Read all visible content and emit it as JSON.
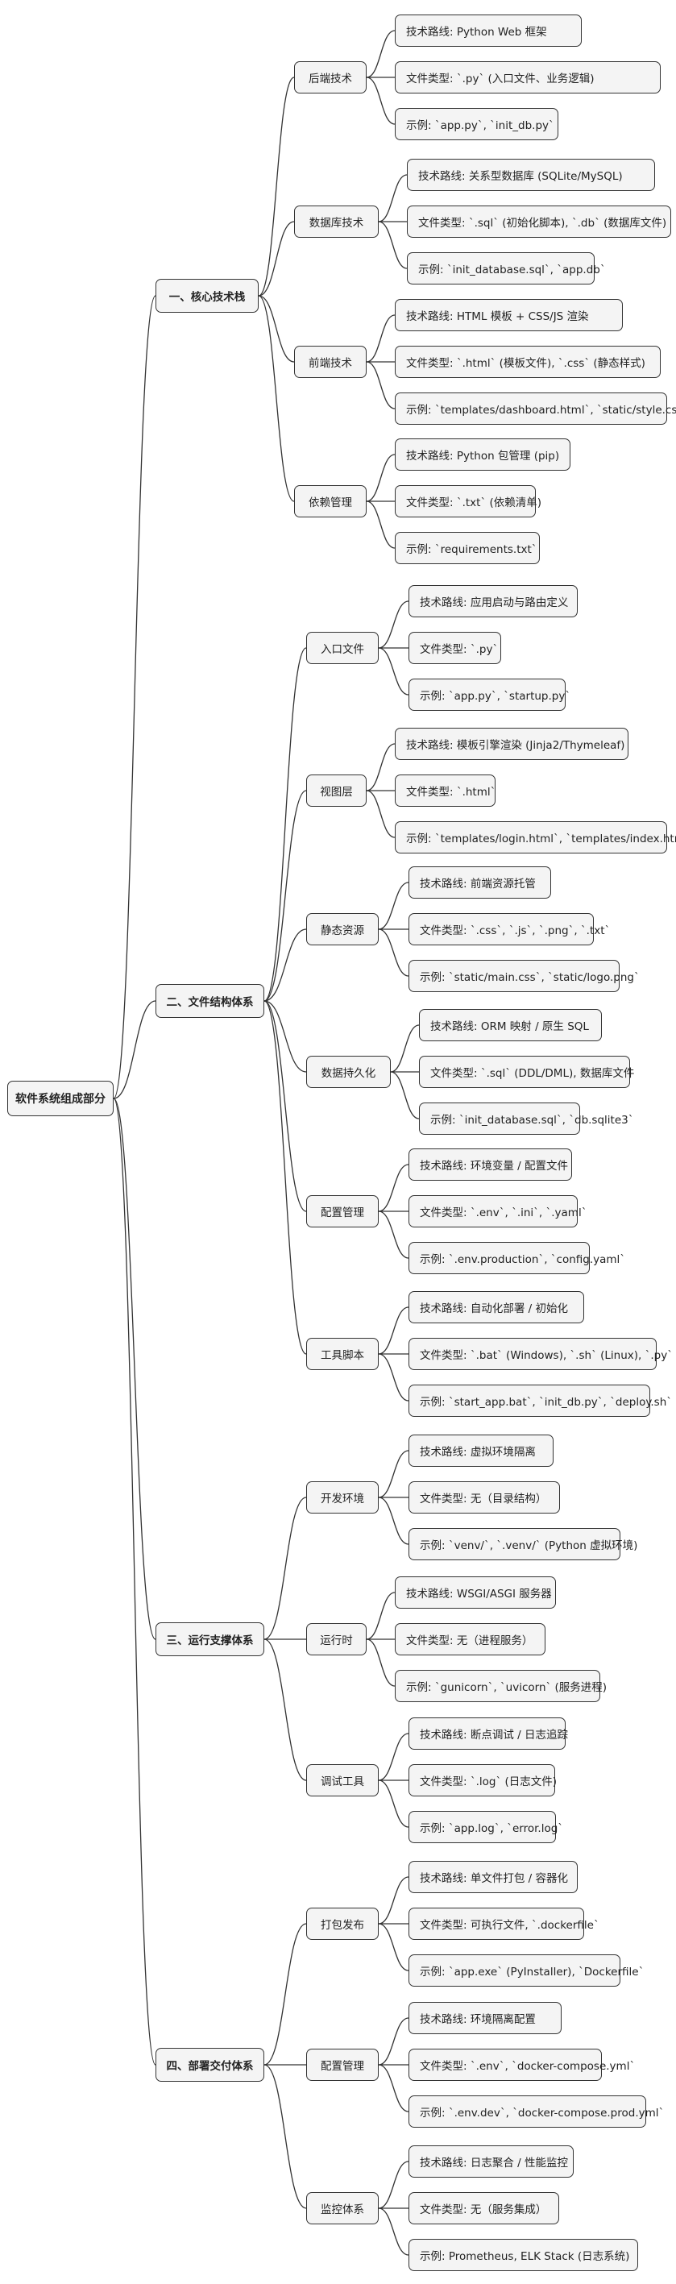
{
  "root": "软件系统组成部分",
  "branches": [
    {
      "title": "一、核心技术栈",
      "groups": [
        {
          "title": "后端技术",
          "leaves": [
            "技术路线: Python Web 框架",
            "文件类型: `.py` (入口文件、业务逻辑)",
            "示例: `app.py`, `init_db.py`"
          ]
        },
        {
          "title": "数据库技术",
          "leaves": [
            "技术路线: 关系型数据库 (SQLite/MySQL)",
            "文件类型: `.sql` (初始化脚本), `.db` (数据库文件)",
            "示例: `init_database.sql`, `app.db`"
          ]
        },
        {
          "title": "前端技术",
          "leaves": [
            "技术路线: HTML 模板 + CSS/JS 渲染",
            "文件类型: `.html` (模板文件), `.css` (静态样式)",
            "示例: `templates/dashboard.html`, `static/style.css`"
          ]
        },
        {
          "title": "依赖管理",
          "leaves": [
            "技术路线: Python 包管理 (pip)",
            "文件类型: `.txt` (依赖清单)",
            "示例: `requirements.txt`"
          ]
        }
      ]
    },
    {
      "title": "二、文件结构体系",
      "groups": [
        {
          "title": "入口文件",
          "leaves": [
            "技术路线: 应用启动与路由定义",
            "文件类型: `.py`",
            "示例: `app.py`, `startup.py`"
          ]
        },
        {
          "title": "视图层",
          "leaves": [
            "技术路线: 模板引擎渲染 (Jinja2/Thymeleaf)",
            "文件类型: `.html`",
            "示例: `templates/login.html`, `templates/index.html`"
          ]
        },
        {
          "title": "静态资源",
          "leaves": [
            "技术路线: 前端资源托管",
            "文件类型: `.css`, `.js`, `.png`, `.txt`",
            "示例: `static/main.css`, `static/logo.png`"
          ]
        },
        {
          "title": "数据持久化",
          "leaves": [
            "技术路线: ORM 映射 / 原生 SQL",
            "文件类型: `.sql` (DDL/DML), 数据库文件",
            "示例: `init_database.sql`, `db.sqlite3`"
          ]
        },
        {
          "title": "配置管理",
          "leaves": [
            "技术路线: 环境变量 / 配置文件",
            "文件类型: `.env`, `.ini`, `.yaml`",
            "示例: `.env.production`, `config.yaml`"
          ]
        },
        {
          "title": "工具脚本",
          "leaves": [
            "技术路线: 自动化部署 / 初始化",
            "文件类型: `.bat` (Windows), `.sh` (Linux), `.py`",
            "示例: `start_app.bat`, `init_db.py`, `deploy.sh`"
          ]
        }
      ]
    },
    {
      "title": "三、运行支撑体系",
      "groups": [
        {
          "title": "开发环境",
          "leaves": [
            "技术路线: 虚拟环境隔离",
            "文件类型: 无（目录结构）",
            "示例: `venv/`, `.venv/` (Python 虚拟环境)"
          ]
        },
        {
          "title": "运行时",
          "leaves": [
            "技术路线: WSGI/ASGI 服务器",
            "文件类型: 无（进程服务）",
            "示例: `gunicorn`, `uvicorn` (服务进程)"
          ]
        },
        {
          "title": "调试工具",
          "leaves": [
            "技术路线: 断点调试 / 日志追踪",
            "文件类型: `.log` (日志文件)",
            "示例: `app.log`, `error.log`"
          ]
        }
      ]
    },
    {
      "title": "四、部署交付体系",
      "groups": [
        {
          "title": "打包发布",
          "leaves": [
            "技术路线: 单文件打包 / 容器化",
            "文件类型: 可执行文件, `.dockerfile`",
            "示例: `app.exe` (PyInstaller), `Dockerfile`"
          ]
        },
        {
          "title": "配置管理",
          "leaves": [
            "技术路线: 环境隔离配置",
            "文件类型: `.env`, `docker-compose.yml`",
            "示例: `.env.dev`, `docker-compose.prod.yml`"
          ]
        },
        {
          "title": "监控体系",
          "leaves": [
            "技术路线: 日志聚合 / 性能监控",
            "文件类型: 无（服务集成）",
            "示例: Prometheus, ELK Stack (日志系统)"
          ]
        }
      ]
    }
  ]
}
